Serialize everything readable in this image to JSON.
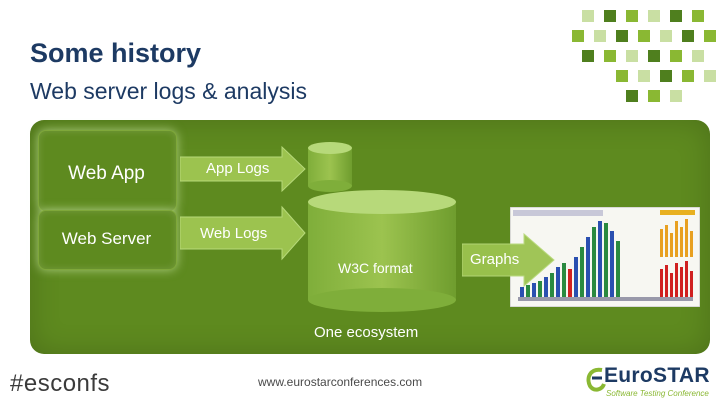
{
  "slide": {
    "title": "Some history",
    "subtitle": "Web server logs & analysis"
  },
  "diagram": {
    "web_app": "Web App",
    "web_server": "Web Server",
    "app_logs": "App Logs",
    "web_logs": "Web Logs",
    "w3c_format": "W3C format",
    "graphs": "Graphs",
    "ecosystem": "One ecosystem"
  },
  "footer": {
    "hashtag": "#esconfs",
    "url": "www.eurostarconferences.com",
    "logo_name": "EuroSTAR",
    "logo_tagline": "Software Testing Conference"
  },
  "colors": {
    "panel": "#5e8a1f",
    "title": "#1d3a63",
    "logo_green": "#8ab833",
    "logo_dark": "#1d3a63"
  }
}
